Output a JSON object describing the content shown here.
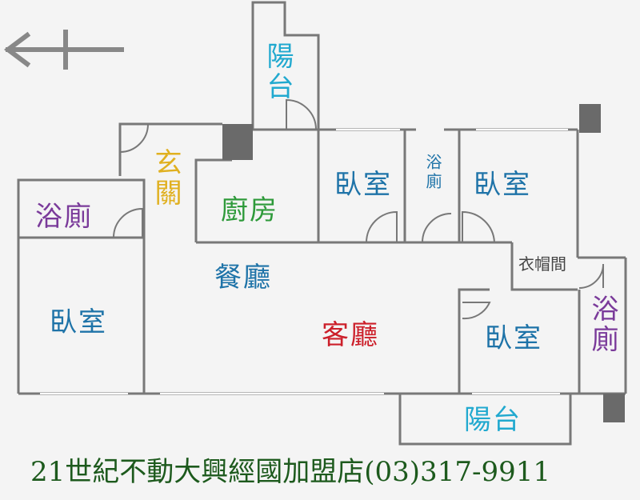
{
  "colors": {
    "wall": "#787878",
    "wall_dark": "#6a6a6a",
    "bathroom": "#7a3a9a",
    "bedroom": "#1e73a8",
    "balcony": "#21a9cf",
    "foyer": "#e0b020",
    "kitchen": "#2e9a3a",
    "dining": "#1e73a8",
    "living": "#cc1f2a",
    "closet": "#444444",
    "footer": "#1d5a1d"
  },
  "icons": {
    "direction_arrow": "west-arrow-icon"
  },
  "rooms": {
    "balcony_top": "陽台",
    "foyer": "玄關",
    "bath_left": "浴廁",
    "kitchen": "廚房",
    "bedroom_top_middle": "臥室",
    "bath_middle": "浴廁",
    "bedroom_top_right": "臥室",
    "dining": "餐廳",
    "closet": "衣帽間",
    "bath_right": "浴廁",
    "bedroom_left": "臥室",
    "living": "客廳",
    "bedroom_right": "臥室",
    "balcony_bottom": "陽台"
  },
  "footer": "21世紀不動大興經國加盟店(03)317-9911"
}
